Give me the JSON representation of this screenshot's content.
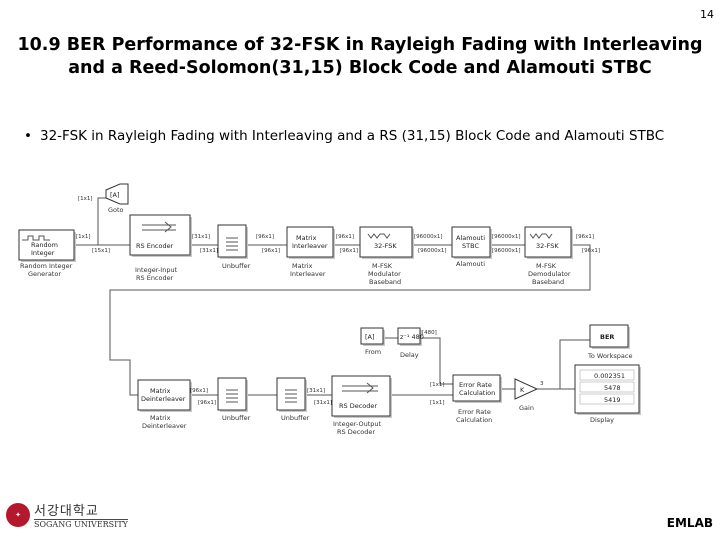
{
  "slide": {
    "page_number": "14",
    "title_line1": "10.9 BER Performance of 32-FSK in Rayleigh Fading with Interleaving",
    "title_line2": "and a Reed-Solomon(31,15) Block Code and Alamouti STBC",
    "bullet": "32-FSK in Rayleigh Fading with Interleaving and a RS (31,15) Block Code and Alamouti STBC",
    "footer_lab": "EMLAB",
    "university_kor": "서강대학교",
    "university_eng": "SOGANG UNIVERSITY"
  },
  "diagram": {
    "blocks": {
      "random_integer": {
        "text": "Random\nInteger",
        "label": "Random Integer\nGenerator"
      },
      "goto_data": {
        "text": "[A]",
        "label": "Goto"
      },
      "rs_encoder": {
        "text": "RS Encoder",
        "label": "Integer-Input\nRS Encoder"
      },
      "unbuffer1": {
        "text": "",
        "label": "Unbuffer"
      },
      "matrix_interleaver": {
        "text": "Matrix\nInterleaver",
        "label": "Matrix\nInterleaver"
      },
      "mfsk_mod": {
        "text": "32-FSK",
        "label": "M-FSK\nModulator\nBaseband"
      },
      "alamouti": {
        "text": "Alamouti\nSTBC",
        "label": "Alamouti"
      },
      "mfsk_demod": {
        "text": "32-FSK",
        "label": "M-FSK\nDemodulator\nBaseband"
      },
      "from_data": {
        "text": "[A]",
        "label": "From"
      },
      "delay": {
        "text": "z⁻¹ 480",
        "label": "Delay"
      },
      "ber_workspace": {
        "text": "BER",
        "label": "To Workspace"
      },
      "matrix_deinterleaver": {
        "text": "Matrix\nDeinterleaver",
        "label": "Matrix\nDeinterleaver"
      },
      "unbuffer2": {
        "text": "",
        "label": "Unbuffer"
      },
      "unbuffer3": {
        "text": "",
        "label": "Unbuffer"
      },
      "rs_decoder": {
        "text": "RS Decoder",
        "label": "Integer-Output\nRS Decoder"
      },
      "error_rate": {
        "text": "Error Rate\nCalculation",
        "label": "Error Rate\nCalculation"
      },
      "gain": {
        "text": "K",
        "label": "Gain"
      },
      "display": {
        "text": "0.002351\n5478\n5419",
        "label": "Display"
      }
    },
    "dims": {
      "d1": "[15x1]",
      "d2": "[31x1]",
      "d3": "[96x1]",
      "d4": "[96000x1]",
      "d5": "[96x1]",
      "d6": "[1x1]",
      "d7": "[480]",
      "d8": "[31x1]",
      "d9": "[15x1]",
      "d10": "3"
    }
  }
}
